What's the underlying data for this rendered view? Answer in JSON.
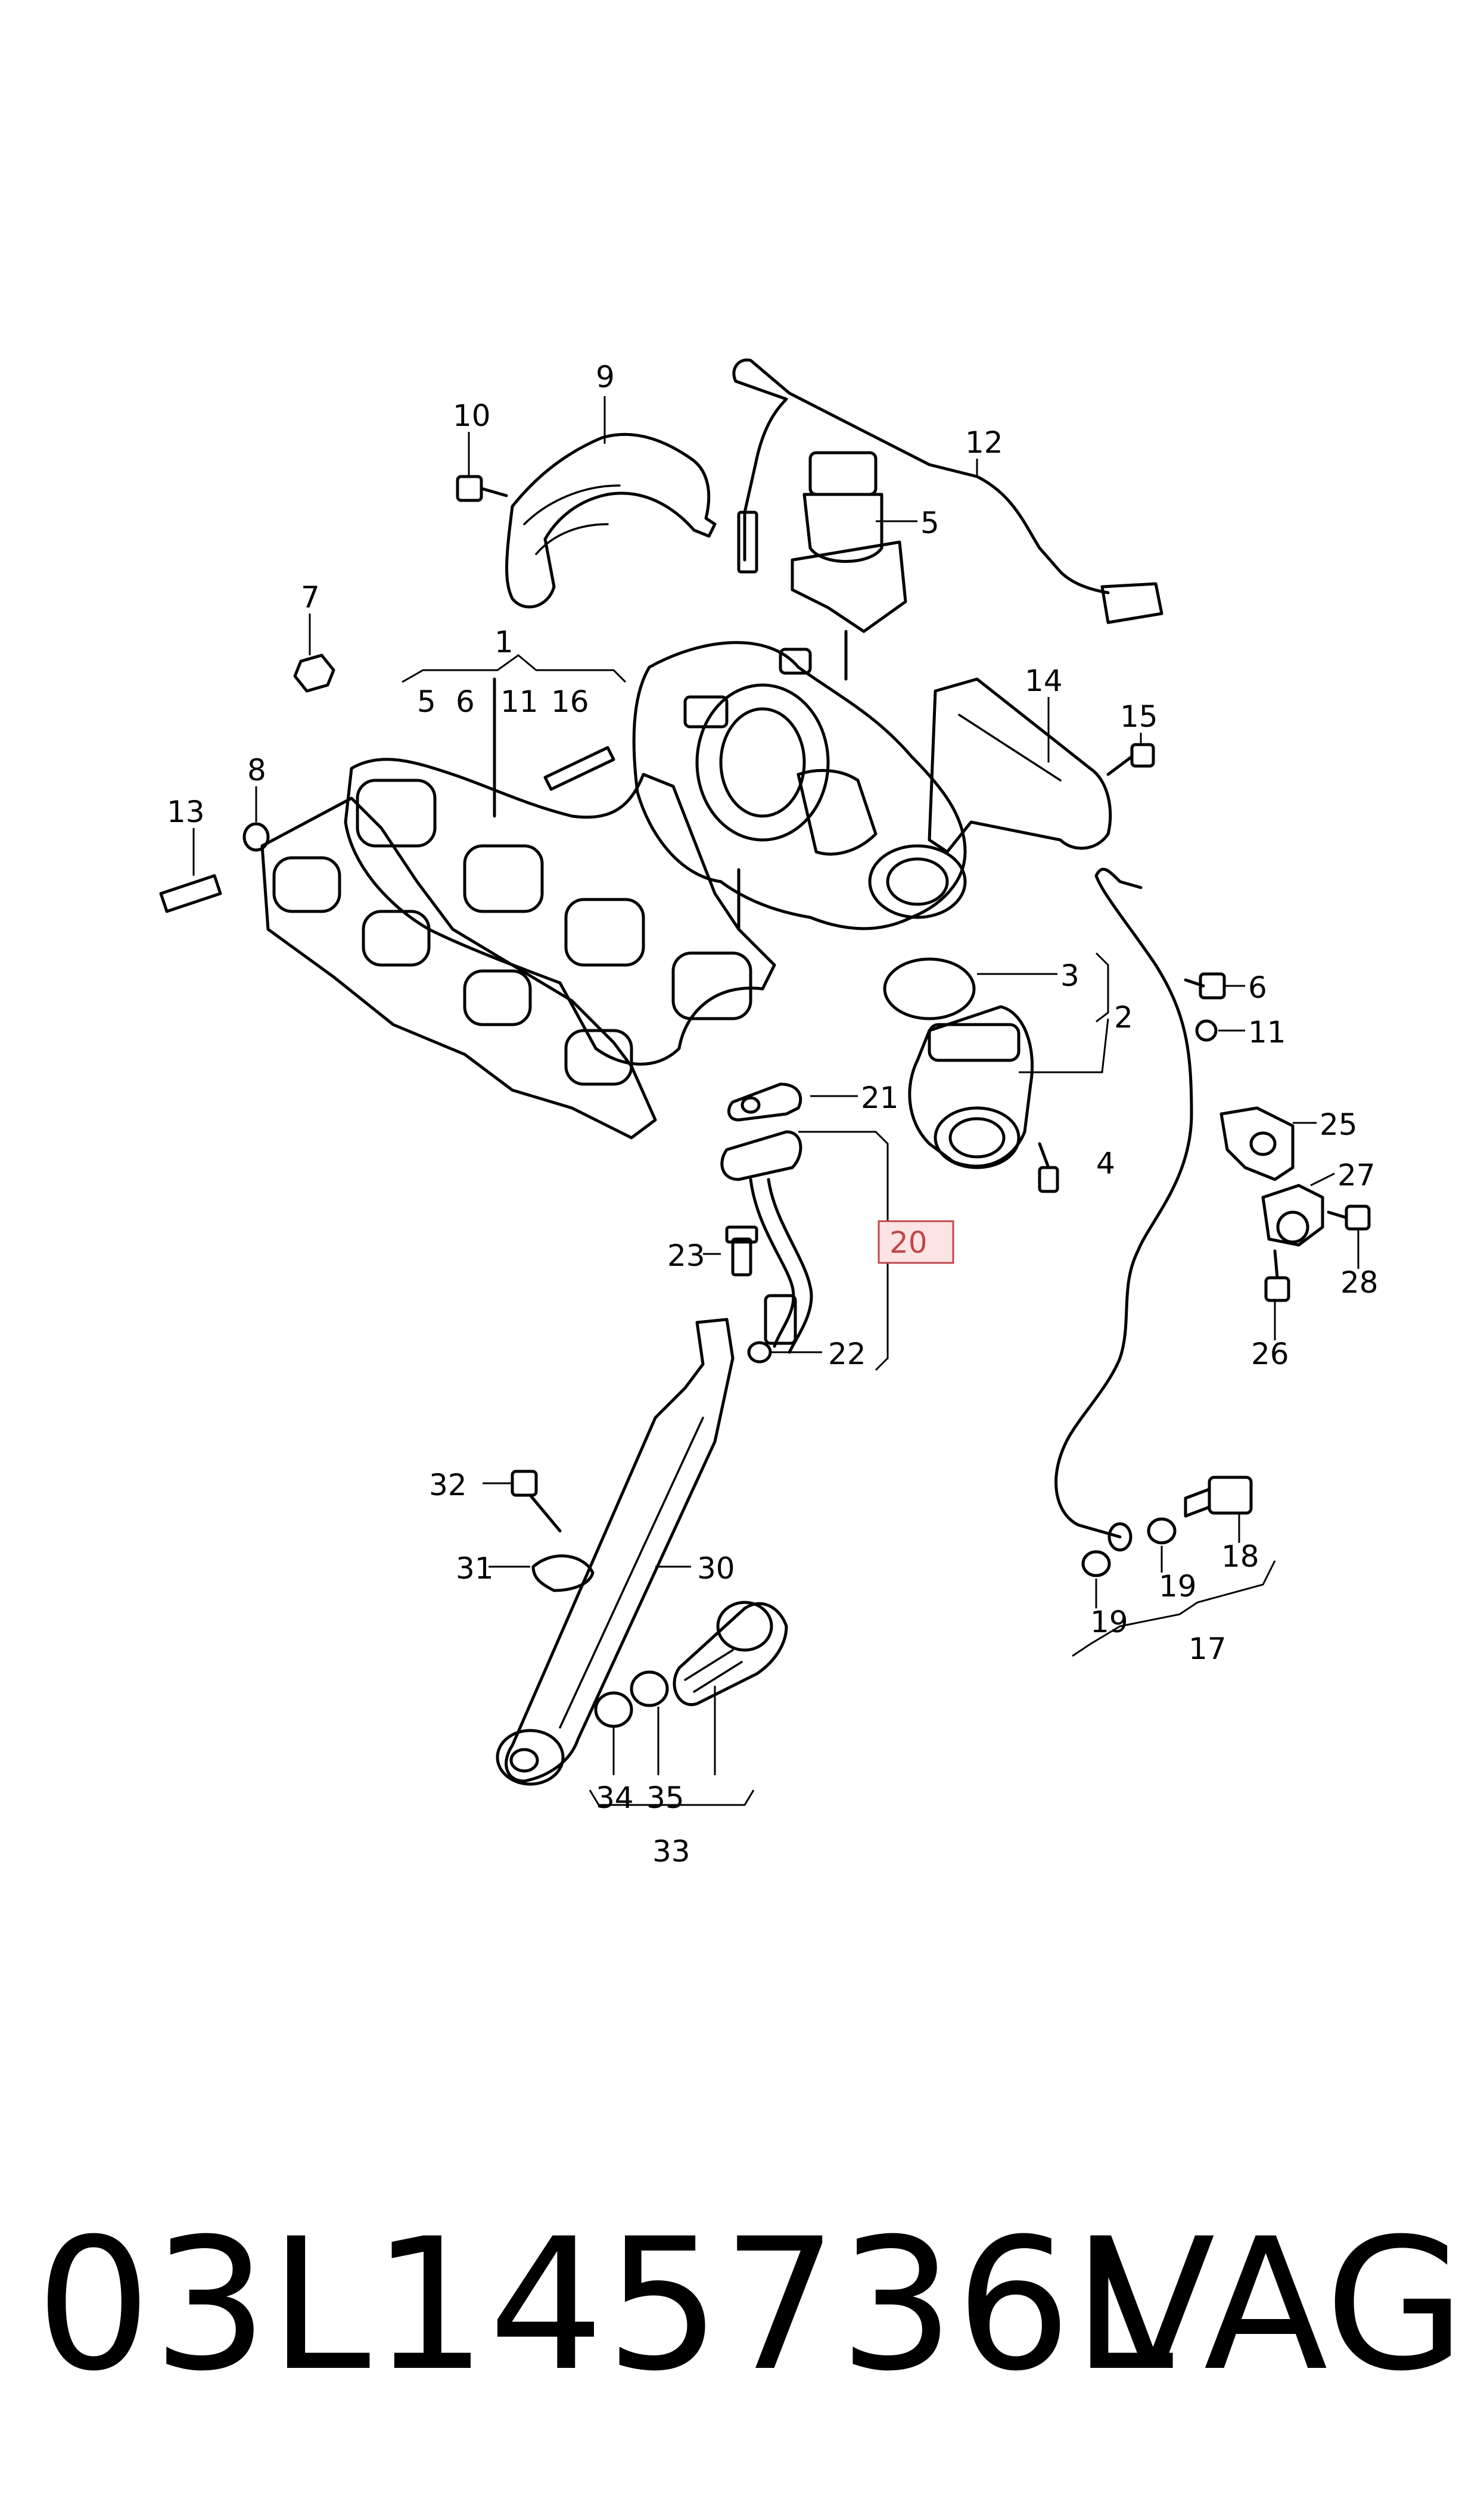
{
  "diagram": {
    "callouts": [
      {
        "id": "9",
        "text": "9"
      },
      {
        "id": "10",
        "text": "10"
      },
      {
        "id": "12",
        "text": "12"
      },
      {
        "id": "5",
        "text": "5"
      },
      {
        "id": "7",
        "text": "7"
      },
      {
        "id": "1",
        "text": "1"
      },
      {
        "id": "5b",
        "text": "5"
      },
      {
        "id": "6",
        "text": "6"
      },
      {
        "id": "11",
        "text": "11"
      },
      {
        "id": "16",
        "text": "16"
      },
      {
        "id": "14",
        "text": "14"
      },
      {
        "id": "15",
        "text": "15"
      },
      {
        "id": "8",
        "text": "8"
      },
      {
        "id": "13",
        "text": "13"
      },
      {
        "id": "3",
        "text": "3"
      },
      {
        "id": "2",
        "text": "2"
      },
      {
        "id": "6b",
        "text": "6"
      },
      {
        "id": "11b",
        "text": "11"
      },
      {
        "id": "21",
        "text": "21"
      },
      {
        "id": "25",
        "text": "25"
      },
      {
        "id": "4",
        "text": "4"
      },
      {
        "id": "27",
        "text": "27"
      },
      {
        "id": "20",
        "text": "20"
      },
      {
        "id": "23",
        "text": "23"
      },
      {
        "id": "28",
        "text": "28"
      },
      {
        "id": "22",
        "text": "22"
      },
      {
        "id": "26",
        "text": "26"
      },
      {
        "id": "32",
        "text": "32"
      },
      {
        "id": "30",
        "text": "30"
      },
      {
        "id": "31",
        "text": "31"
      },
      {
        "id": "18",
        "text": "18"
      },
      {
        "id": "19a",
        "text": "19"
      },
      {
        "id": "19b",
        "text": "19"
      },
      {
        "id": "17",
        "text": "17"
      },
      {
        "id": "34",
        "text": "34"
      },
      {
        "id": "35",
        "text": "35"
      },
      {
        "id": "33",
        "text": "33"
      }
    ],
    "highlighted_callout": "20",
    "highlight_color": "#c0494b",
    "highlight_fill": "#fde4e4"
  },
  "footer": {
    "part_number": "03L145736L",
    "brand": "VAG"
  }
}
